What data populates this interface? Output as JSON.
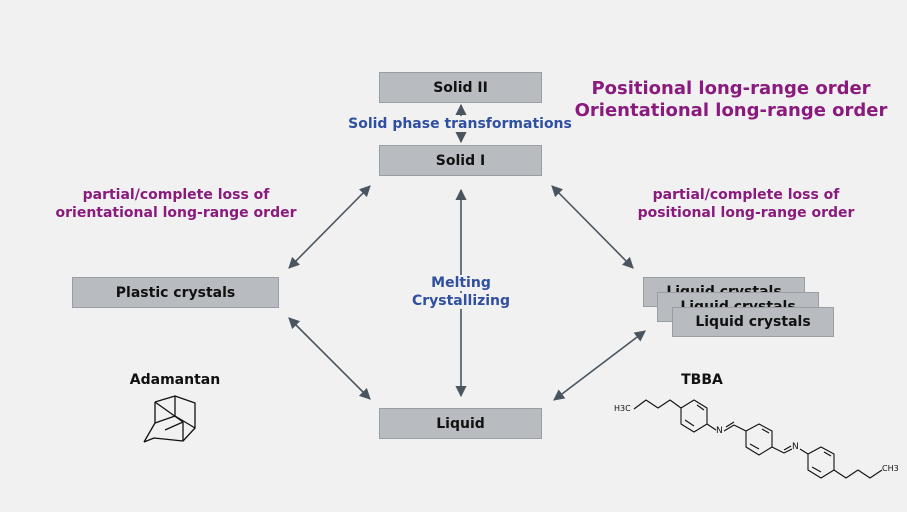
{
  "nodes": {
    "solid2": "Solid II",
    "solid1": "Solid I",
    "plastic": "Plastic crystals",
    "liquid_crystals": "Liquid crystals",
    "liquid": "Liquid"
  },
  "labels": {
    "solid_phase": "Solid phase transformations",
    "melting": "Melting",
    "crystallizing": "Crystallizing",
    "order_positional": "Positional long-range order",
    "order_orientational": "Orientational long-range order",
    "left_loss_1": "partial/complete loss of",
    "left_loss_2": "orientational long-range order",
    "right_loss_1": "partial/complete loss of",
    "right_loss_2": "positional long-range order"
  },
  "molecules": {
    "adamantan": "Adamantan",
    "tbba": "TBBA",
    "h3c": "H3C",
    "ch3": "CH3",
    "n1": "N",
    "n2": "N"
  },
  "colors": {
    "box_fill": "#b8bcc1",
    "purple": "#8a1a7e",
    "blue": "#2f4fa0",
    "arrow": "#4a5560"
  }
}
